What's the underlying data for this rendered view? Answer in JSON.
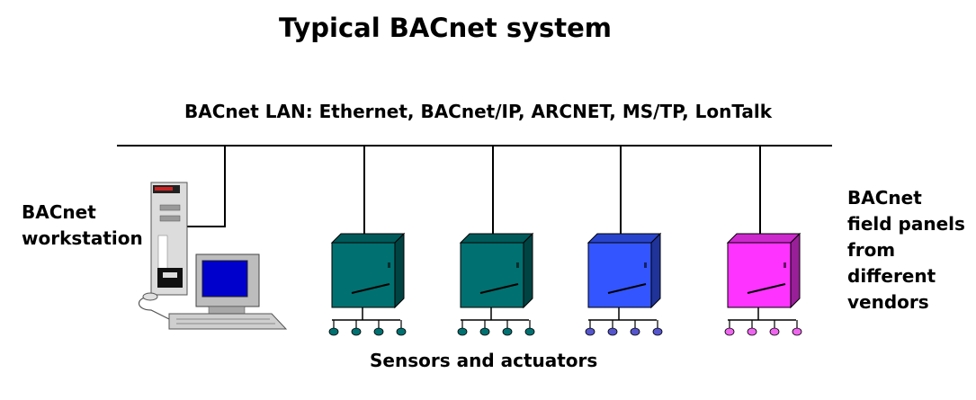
{
  "title": "Typical BACnet system",
  "lan_label": "BACnet LAN: Ethernet, BACnet/IP, ARCNET, MS/TP, LonTalk",
  "workstation_label": [
    "BACnet",
    "workstation"
  ],
  "field_panels_label": [
    "BACnet",
    "field panels",
    "from",
    "different",
    "vendors"
  ],
  "sensors_label": "Sensors and actuators",
  "panels": [
    {
      "color": "#007070",
      "sensor_color": "#007070"
    },
    {
      "color": "#007070",
      "sensor_color": "#007070"
    },
    {
      "color": "#3355ff",
      "sensor_color": "#5555cc"
    },
    {
      "color": "#ff33ff",
      "sensor_color": "#ee66ee"
    }
  ],
  "workstation_screen_color": "#0000cc"
}
